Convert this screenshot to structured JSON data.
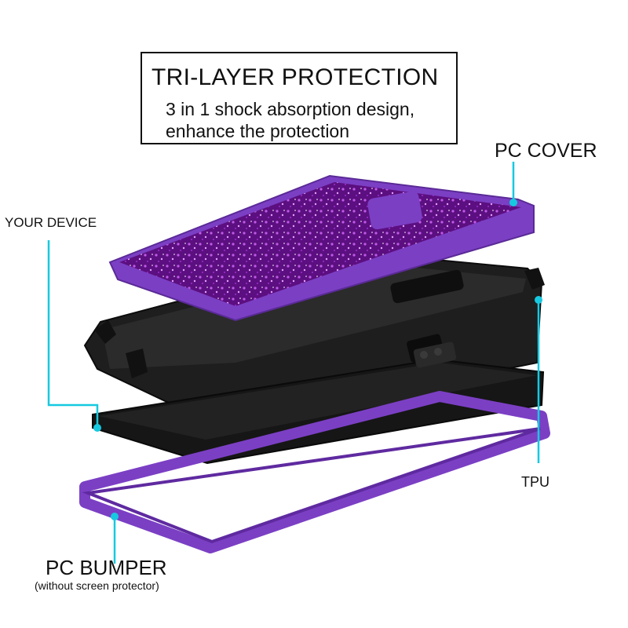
{
  "title": {
    "headline": "TRI-LAYER PROTECTION",
    "line1": "3 in 1 shock absorption design,",
    "line2": "enhance the protection"
  },
  "labels": {
    "pc_cover": "PC COVER",
    "your_device": "YOUR DEVICE",
    "tpu": "TPU",
    "pc_bumper": "PC BUMPER",
    "pc_bumper_note": "(without screen protector)"
  },
  "colors": {
    "callout": "#16c9e0",
    "purple": "#7b3fc4",
    "glitter": "#6a1490",
    "tpu": "#1c1c1c"
  }
}
